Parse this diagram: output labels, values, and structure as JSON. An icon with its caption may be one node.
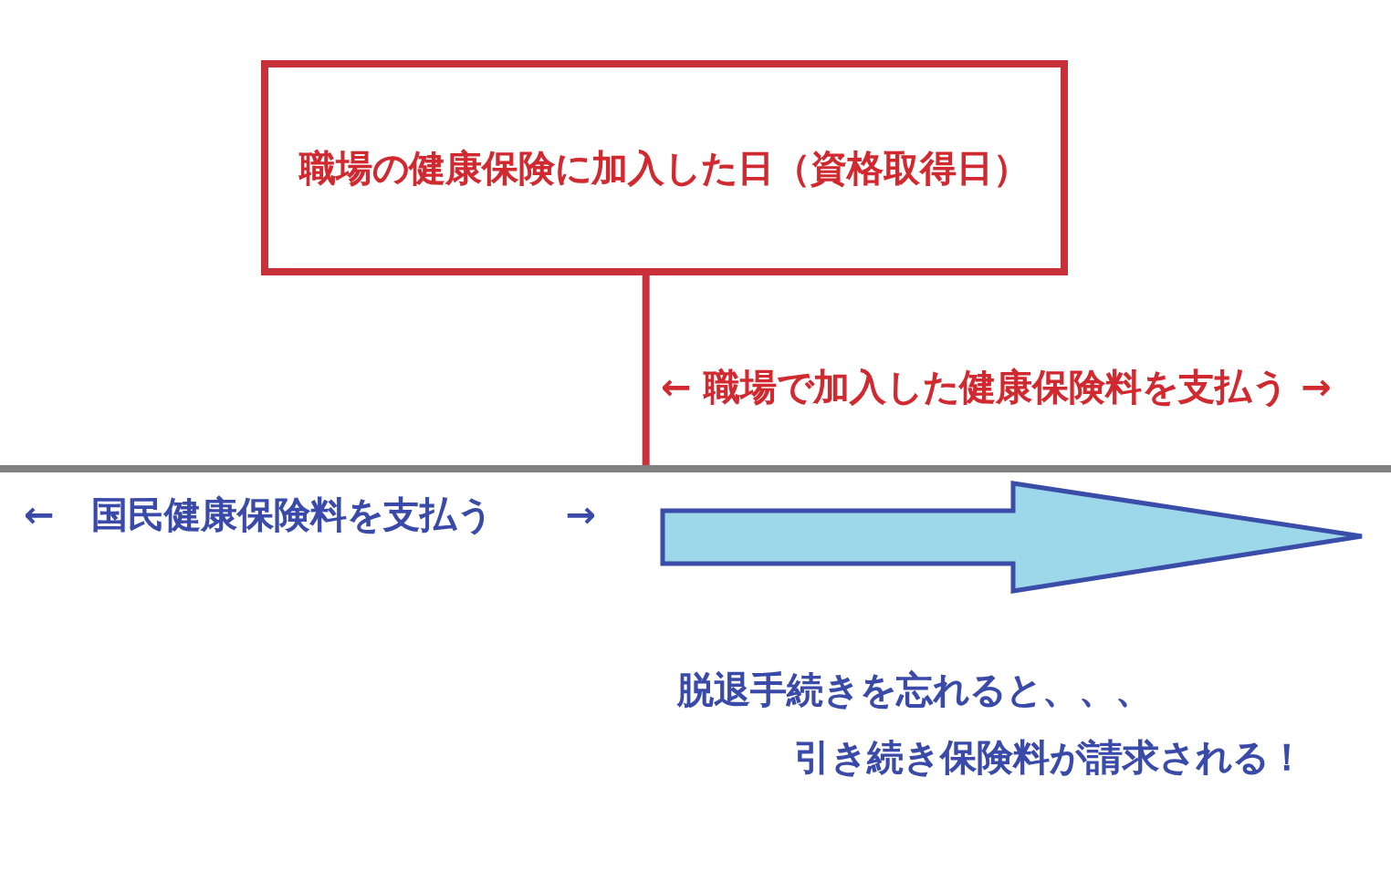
{
  "diagram": {
    "nodes": [
      {
        "text": [
          "職場の健康保険に加入した日（資格取得日）"
        ]
      },
      {
        "text": [],
        "shape": "line"
      }
    ],
    "edges": [
      {
        "from": 0,
        "to": 1,
        "arrow": "none"
      }
    ],
    "labels": [
      "← 職場で加入した健康保険料を支払う →",
      "←　国民健康保険料を支払う　　→",
      "脱退手続きを忘れると、、、",
      "引き続き保険料が請求される！"
    ]
  }
}
